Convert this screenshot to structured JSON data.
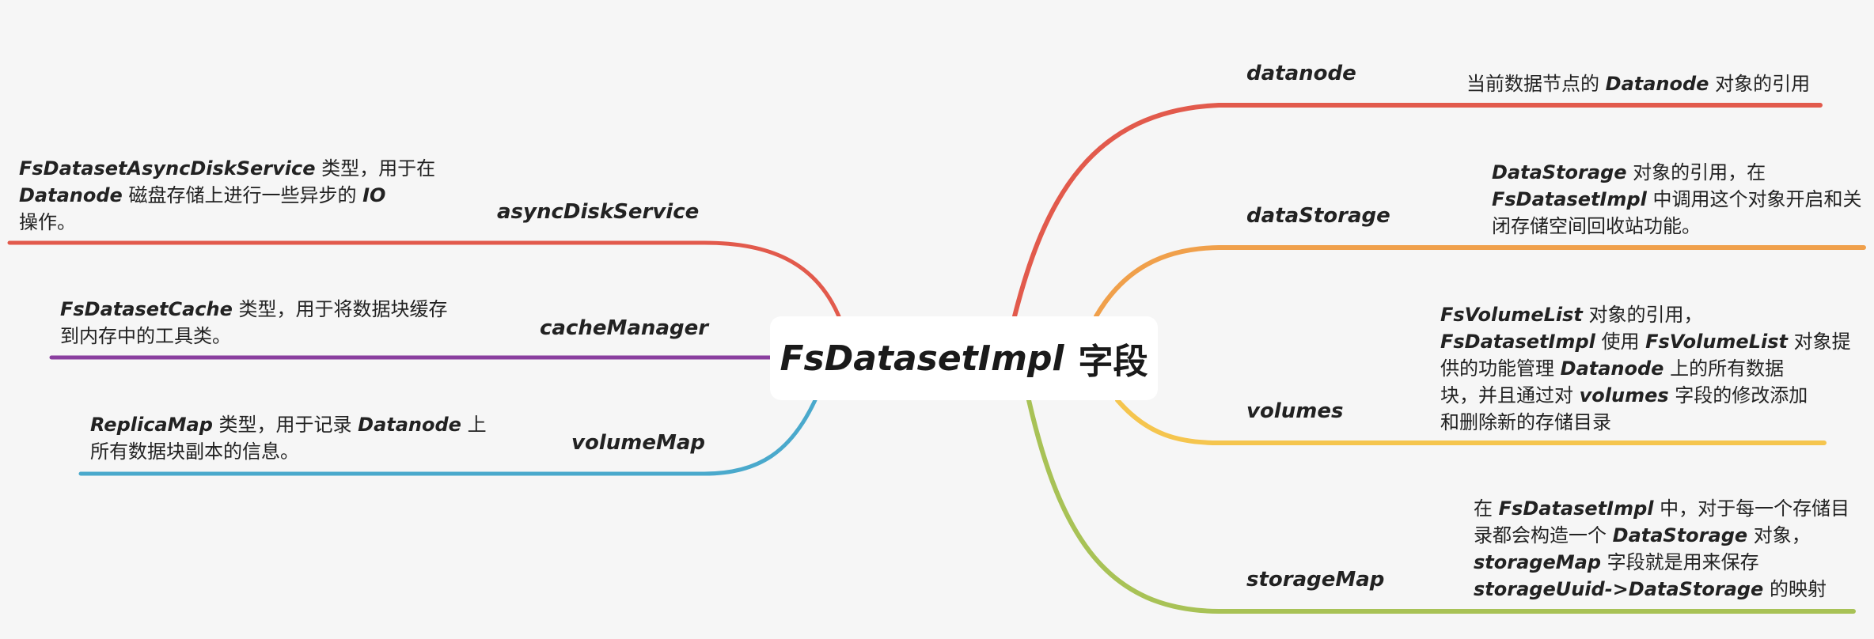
{
  "center": {
    "en": "FsDatasetImpl",
    "zh": "字段"
  },
  "colors": {
    "red": "#e25a4c",
    "orange": "#f0a04b",
    "yellow": "#f5c54e",
    "green": "#a8c256",
    "blue": "#4aa9cc",
    "purple": "#8a3f9f"
  },
  "branches": {
    "datanode": {
      "label": "datanode",
      "desc": [
        [
          {
            "t": "当前数据节点的 "
          },
          {
            "b": "Datanode"
          },
          {
            "t": " 对象的引用"
          }
        ]
      ]
    },
    "dataStorage": {
      "label": "dataStorage",
      "desc": [
        [
          {
            "b": "DataStorage"
          },
          {
            "t": " 对象的引用，在"
          }
        ],
        [
          {
            "b": "FsDatasetImpl"
          },
          {
            "t": " 中调用这个对象开启和关"
          }
        ],
        [
          {
            "t": "闭存储空间回收站功能。"
          }
        ]
      ]
    },
    "volumes": {
      "label": "volumes",
      "desc": [
        [
          {
            "b": "FsVolumeList"
          },
          {
            "t": " 对象的引用，"
          }
        ],
        [
          {
            "b": "FsDatasetImpl"
          },
          {
            "t": " 使用 "
          },
          {
            "b": "FsVolumeList"
          },
          {
            "t": " 对象提"
          }
        ],
        [
          {
            "t": "供的功能管理 "
          },
          {
            "b": "Datanode"
          },
          {
            "t": " 上的所有数据"
          }
        ],
        [
          {
            "t": "块，并且通过对 "
          },
          {
            "b": "volumes"
          },
          {
            "t": " 字段的修改添加"
          }
        ],
        [
          {
            "t": "和删除新的存储目录"
          }
        ]
      ]
    },
    "storageMap": {
      "label": "storageMap",
      "desc": [
        [
          {
            "t": "在 "
          },
          {
            "b": "FsDatasetImpl"
          },
          {
            "t": " 中，对于每一个存储目"
          }
        ],
        [
          {
            "t": "录都会构造一个 "
          },
          {
            "b": "DataStorage"
          },
          {
            "t": " 对象，"
          }
        ],
        [
          {
            "b": "storageMap"
          },
          {
            "t": " 字段就是用来保存"
          }
        ],
        [
          {
            "b": "storageUuid->DataStorage"
          },
          {
            "t": " 的映射"
          }
        ]
      ]
    },
    "asyncDiskService": {
      "label": "asyncDiskService",
      "desc": [
        [
          {
            "b": "FsDatasetAsyncDiskService"
          },
          {
            "t": " 类型，用于在"
          }
        ],
        [
          {
            "b": "Datanode"
          },
          {
            "t": " 磁盘存储上进行一些异步的 "
          },
          {
            "b": "IO"
          }
        ],
        [
          {
            "t": "操作。"
          }
        ]
      ]
    },
    "cacheManager": {
      "label": "cacheManager",
      "desc": [
        [
          {
            "b": "FsDatasetCache"
          },
          {
            "t": " 类型，用于将数据块缓存"
          }
        ],
        [
          {
            "t": "到内存中的工具类。"
          }
        ]
      ]
    },
    "volumeMap": {
      "label": "volumeMap",
      "desc": [
        [
          {
            "b": "ReplicaMap"
          },
          {
            "t": " 类型，用于记录 "
          },
          {
            "b": "Datanode"
          },
          {
            "t": " 上"
          }
        ],
        [
          {
            "t": "所有数据块副本的信息。"
          }
        ]
      ]
    }
  }
}
